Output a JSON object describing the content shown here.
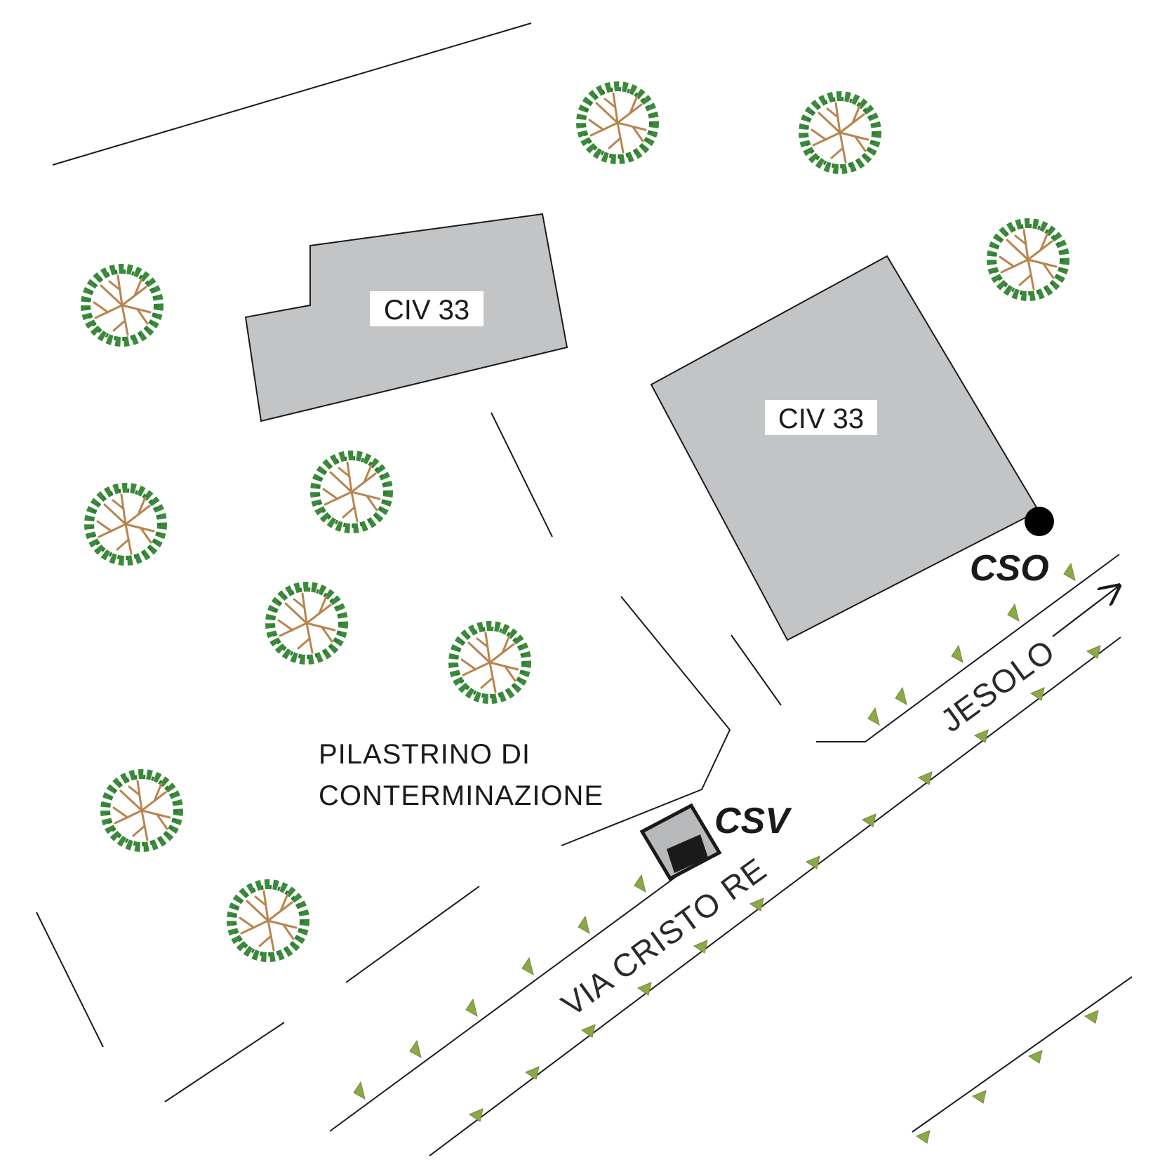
{
  "map": {
    "buildings": [
      {
        "label": "CIV 33"
      },
      {
        "label": "CIV 33"
      }
    ],
    "manhole_labels": {
      "cso": "CSO",
      "csv": "CSV"
    },
    "pillar_label": {
      "line1": "PILASTRINO DI",
      "line2": "CONTERMINAZIONE"
    },
    "streets": {
      "main": "VIA CRISTO RE",
      "direction": "JESOLO"
    },
    "colors": {
      "building_fill": "#c3c4c6",
      "outline": "#1a1a1a",
      "tree_foliage": "#3b8a3c",
      "tree_branches": "#b7854f",
      "hedge_marker": "#8ca94a",
      "manhole": "#000000"
    }
  }
}
